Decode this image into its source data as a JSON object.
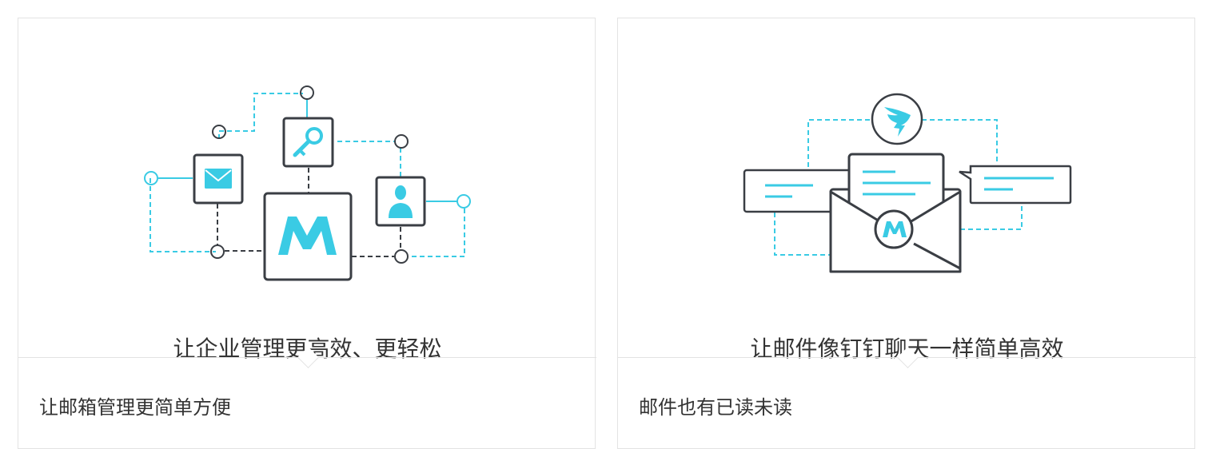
{
  "colors": {
    "accent": "#3acbe4",
    "stroke": "#3a3e44",
    "border": "#e3e3e3",
    "text": "#333333"
  },
  "cards": [
    {
      "title": "让企业管理更高效、更轻松",
      "subtitle": "让邮箱管理更简单方便",
      "icons": [
        "mail-icon",
        "key-icon",
        "user-icon",
        "brand-m-logo"
      ]
    },
    {
      "title": "让邮件像钉钉聊天一样简单高效",
      "subtitle": "邮件也有已读未读",
      "icons": [
        "dingtalk-icon",
        "envelope-icon",
        "chat-bubble-icon",
        "brand-m-logo"
      ]
    }
  ]
}
